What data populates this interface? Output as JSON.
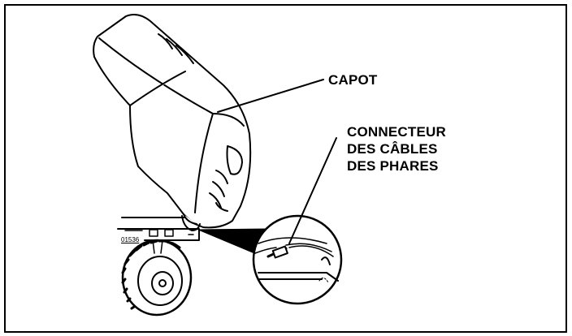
{
  "labels": {
    "hood": "CAPOT",
    "connector_lines": [
      "CONNECTEUR",
      "DES CÂBLES",
      "DES PHARES"
    ],
    "part_number": "01536"
  }
}
